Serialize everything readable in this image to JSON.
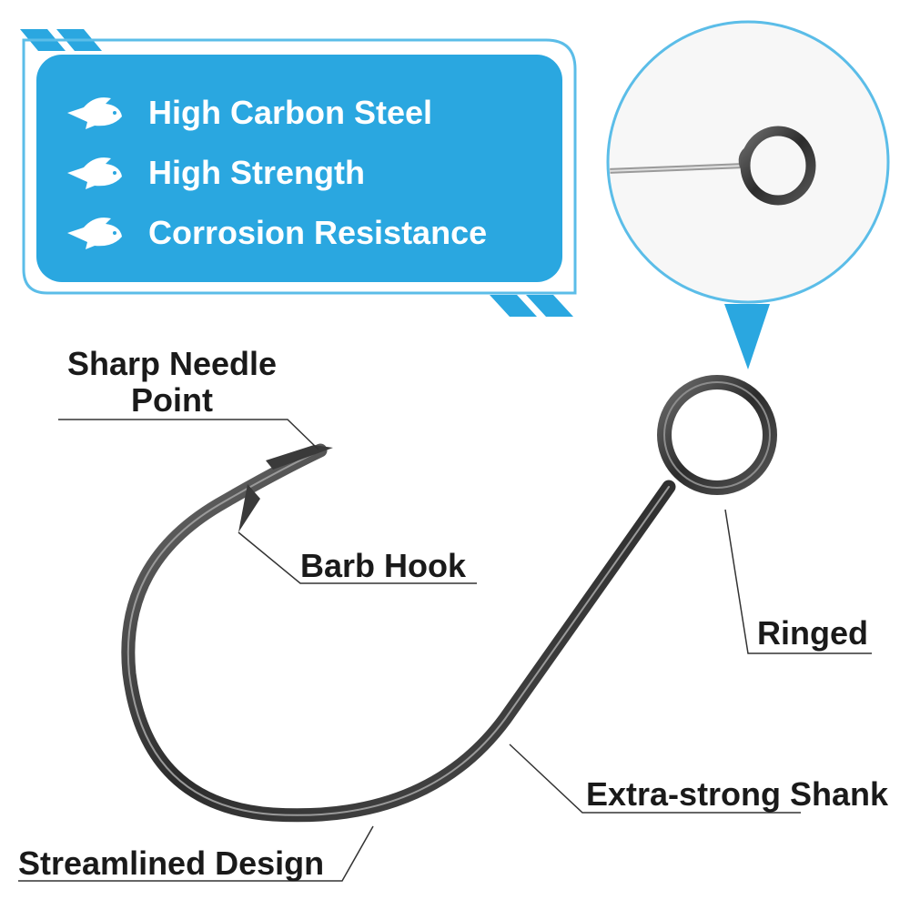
{
  "features": [
    {
      "label": "High Carbon Steel",
      "icon": "fish-icon"
    },
    {
      "label": "High Strength",
      "icon": "fish-icon"
    },
    {
      "label": "Corrosion Resistance",
      "icon": "fish-icon"
    }
  ],
  "callouts": {
    "needle_point_line1": "Sharp Needle",
    "needle_point_line2": "Point",
    "barb": "Barb Hook",
    "ringed": "Ringed",
    "shank": "Extra-strong Shank",
    "design": "Streamlined Design"
  },
  "colors": {
    "accent": "#2aa7e0",
    "panel_border": "#5bbde8",
    "hook_metal": "#3a3a3a",
    "text": "#1a1a1a"
  }
}
